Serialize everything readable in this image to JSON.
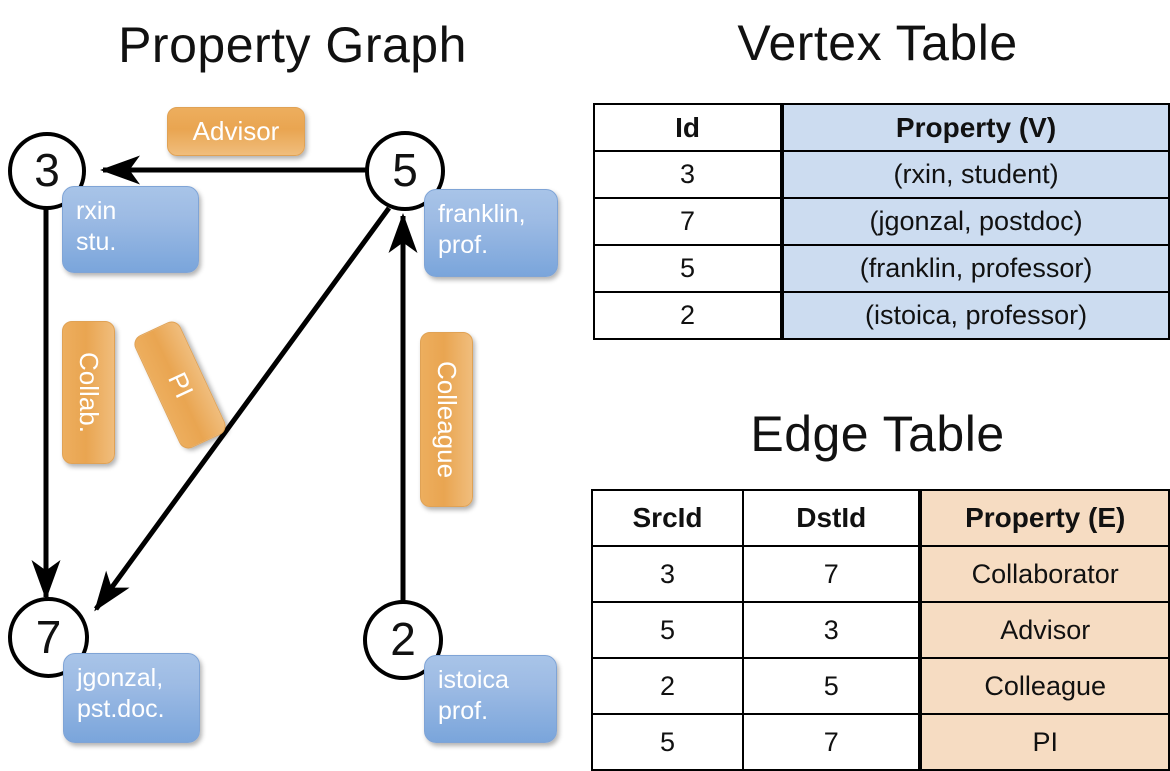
{
  "titles": {
    "property_graph": "Property Graph",
    "vertex_table": "Vertex Table",
    "edge_table": "Edge Table"
  },
  "graph": {
    "nodes": [
      {
        "id": "3",
        "prop_line1": "rxin",
        "prop_line2": "stu."
      },
      {
        "id": "5",
        "prop_line1": "franklin,",
        "prop_line2": "prof."
      },
      {
        "id": "7",
        "prop_line1": "jgonzal,",
        "prop_line2": "pst.doc."
      },
      {
        "id": "2",
        "prop_line1": "istoica",
        "prop_line2": "prof."
      }
    ],
    "edge_labels": [
      {
        "text": "Advisor",
        "orientation": "horizontal"
      },
      {
        "text": "Collab.",
        "orientation": "vertical"
      },
      {
        "text": "PI",
        "orientation": "rotated"
      },
      {
        "text": "Colleague",
        "orientation": "vertical"
      }
    ]
  },
  "vertex_table": {
    "headers": [
      "Id",
      "Property (V)"
    ],
    "rows": [
      {
        "id": "3",
        "property": "(rxin, student)"
      },
      {
        "id": "7",
        "property": "(jgonzal, postdoc)"
      },
      {
        "id": "5",
        "property": "(franklin, professor)"
      },
      {
        "id": "2",
        "property": "(istoica, professor)"
      }
    ]
  },
  "edge_table": {
    "headers": [
      "SrcId",
      "DstId",
      "Property (E)"
    ],
    "rows": [
      {
        "src": "3",
        "dst": "7",
        "property": "Collaborator"
      },
      {
        "src": "5",
        "dst": "3",
        "property": "Advisor"
      },
      {
        "src": "2",
        "dst": "5",
        "property": "Colleague"
      },
      {
        "src": "5",
        "dst": "7",
        "property": "PI"
      }
    ]
  },
  "colors": {
    "vertex_property_fill": "#ccdcf0",
    "edge_property_fill": "#f6dcc2",
    "node_box_blue": "#7aa5db",
    "edge_label_orange": "#e9a551",
    "stroke": "#000000"
  }
}
